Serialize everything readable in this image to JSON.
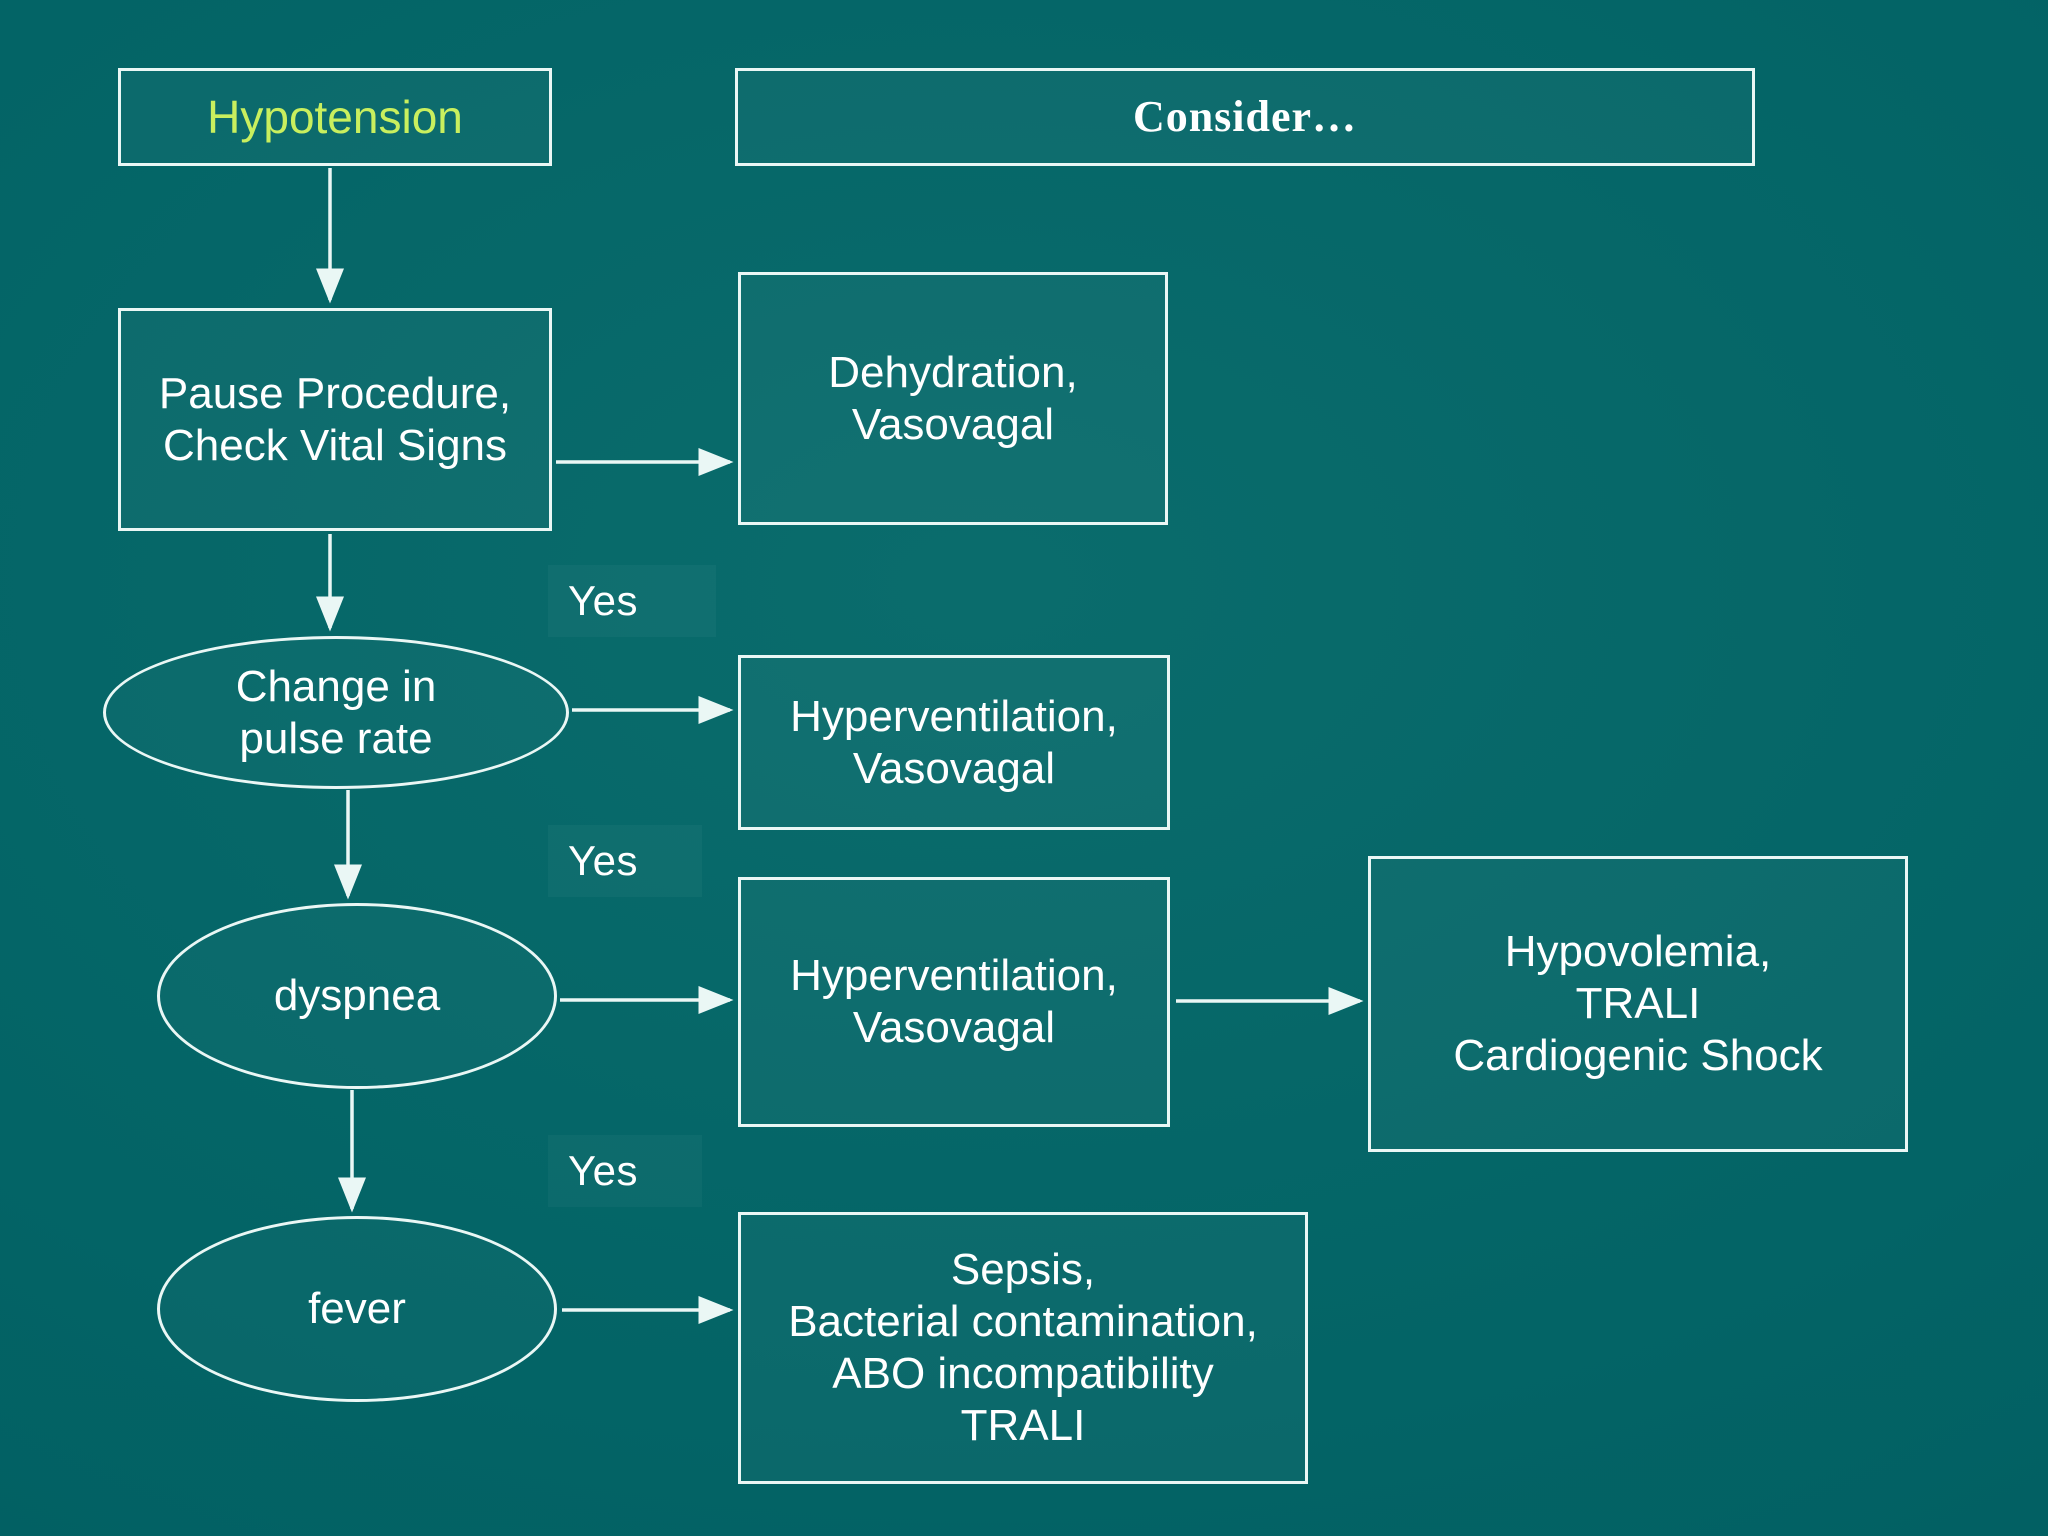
{
  "slide": {
    "title": "Hypotension transfusion-reaction differential flowchart",
    "background_color": "#036466",
    "line_color": "#eaf7f5",
    "text_color": "#ffffff",
    "accent_color": "#c9ef5e"
  },
  "headers": {
    "left": "Hypotension",
    "right": "Consider…"
  },
  "nodes": {
    "pause": "Pause Procedure,\nCheck Vital Signs",
    "dehydration": "Dehydration,\nVasovagal",
    "pulse": "Change in\npulse rate",
    "hyperventilation_1": "Hyperventilation,\nVasovagal",
    "dyspnea": "dyspnea",
    "hyperventilation_2": "Hyperventilation,\nVasovagal",
    "hypovolemia": "Hypovolemia,\nTRALI\nCardiogenic Shock",
    "fever": "fever",
    "sepsis": "Sepsis,\nBacterial contamination,\nABO incompatibility\nTRALI"
  },
  "edge_labels": {
    "yes_1": "Yes",
    "yes_2": "Yes",
    "yes_3": "Yes"
  }
}
